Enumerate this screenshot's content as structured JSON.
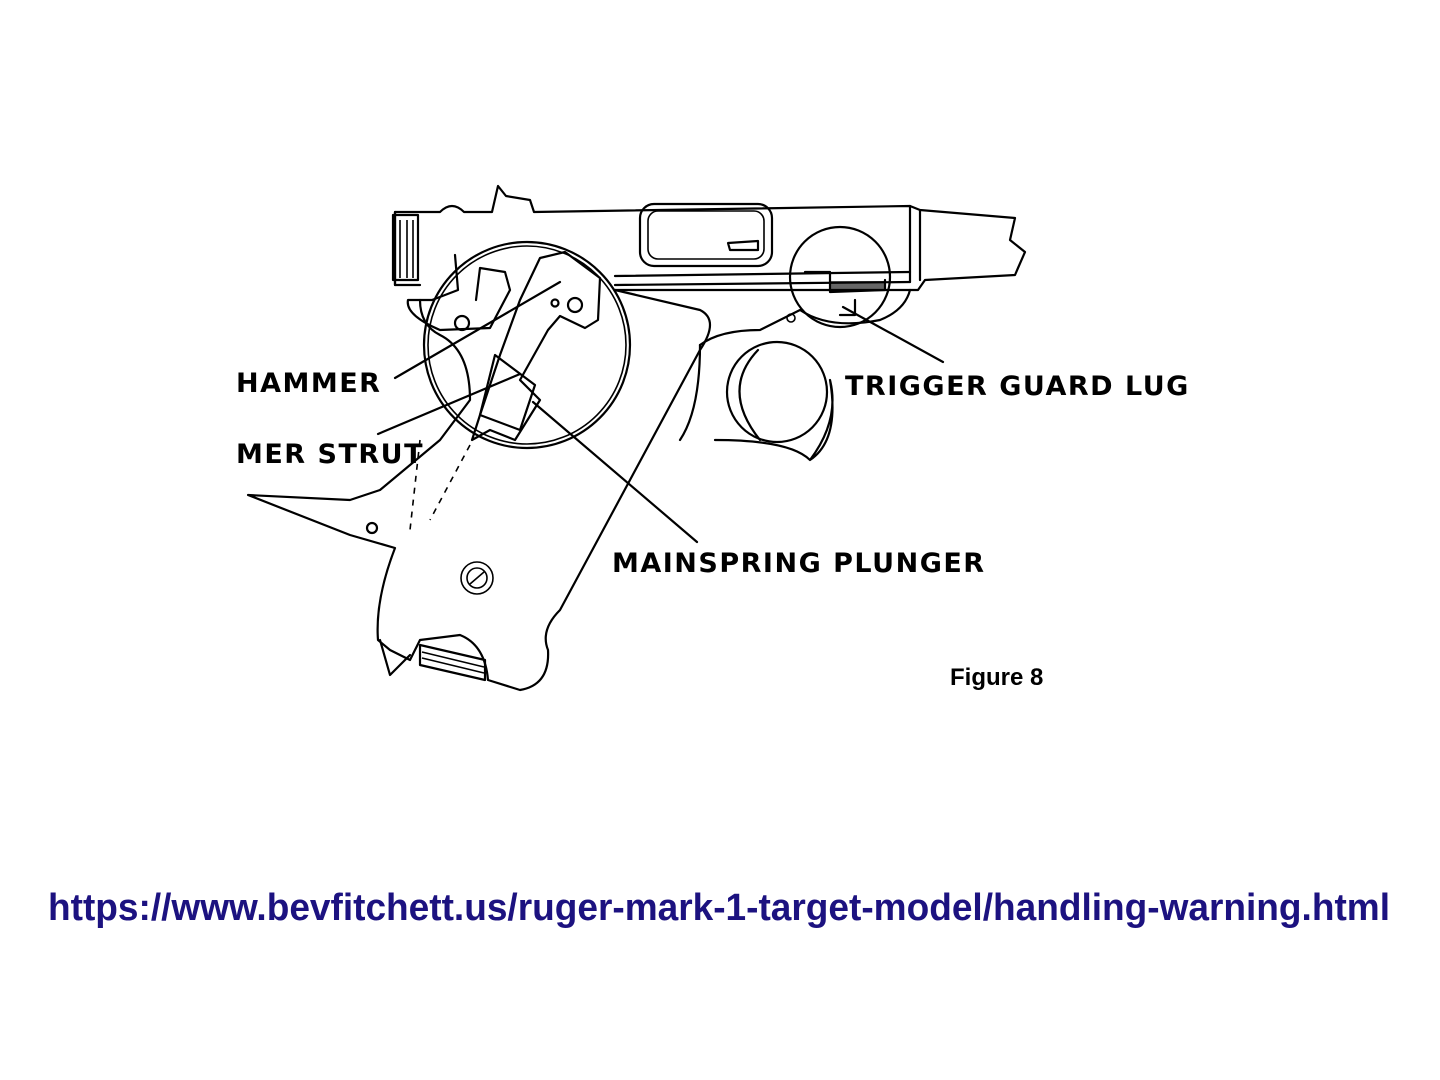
{
  "figure": {
    "labels": {
      "hammer": "HAMMER",
      "hammer_strut": "MER STRUT",
      "trigger_guard_lug": "TRIGGER GUARD LUG",
      "mainspring_plunger": "MAINSPRING PLUNGER"
    },
    "caption": "Figure 8"
  },
  "source_url": "https://www.bevfitchett.us/ruger-mark-1-target-model/handling-warning.html",
  "colors": {
    "url": "#1c1280",
    "ink": "#000000"
  }
}
